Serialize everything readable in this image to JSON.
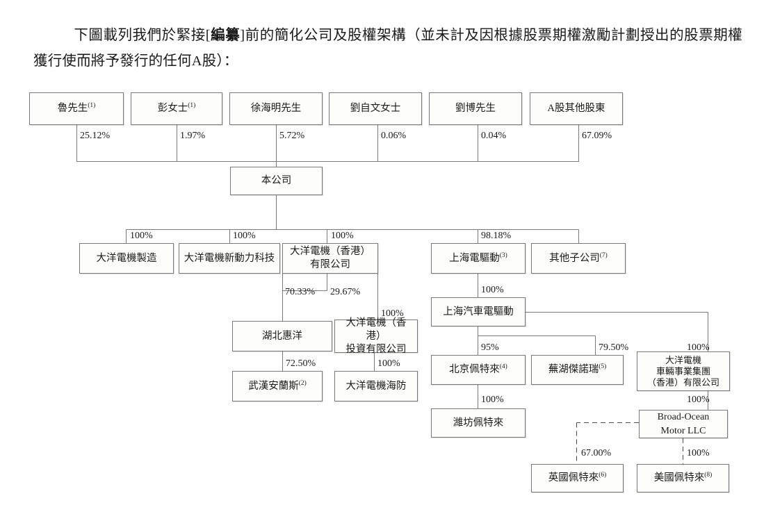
{
  "intro": {
    "paragraph_line1": "下圖載列我們於緊接[",
    "paragraph_bold": "編纂",
    "paragraph_line2": "]前的簡化公司及股權架構（並未計及因根據股票期權",
    "paragraph_line3": "激勵計劃授出的股票期權獲行使而將予發行的任何A股）："
  },
  "chart_data": {
    "type": "diagram",
    "title": "簡化公司及股權架構",
    "nodes": [
      {
        "id": "lu",
        "label": "魯先生",
        "sup": "(1)"
      },
      {
        "id": "peng",
        "label": "彭女士",
        "sup": "(1)"
      },
      {
        "id": "xu",
        "label": "徐海明先生",
        "sup": ""
      },
      {
        "id": "liuziwen",
        "label": "劉自文女士",
        "sup": ""
      },
      {
        "id": "liubo",
        "label": "劉博先生",
        "sup": ""
      },
      {
        "id": "ashare",
        "label": "A股其他股東",
        "sup": ""
      },
      {
        "id": "company",
        "label": "本公司",
        "sup": ""
      },
      {
        "id": "manufacture",
        "label": "大洋電機製造",
        "sup": ""
      },
      {
        "id": "newenergy",
        "label": "大洋電機新動力科技",
        "sup": ""
      },
      {
        "id": "hk_ltd",
        "label": "大洋電機（香港）\n有限公司",
        "sup": ""
      },
      {
        "id": "shanghai_drive",
        "label": "上海電驅動",
        "sup": "(3)"
      },
      {
        "id": "other_subs",
        "label": "其他子公司",
        "sup": "(7)"
      },
      {
        "id": "hubei",
        "label": "湖北惠洋",
        "sup": ""
      },
      {
        "id": "hk_invest",
        "label": "大洋電機（香港）\n投資有限公司",
        "sup": ""
      },
      {
        "id": "shanghai_auto",
        "label": "上海汽車電驅動",
        "sup": ""
      },
      {
        "id": "wuhan",
        "label": "武漢安蘭斯",
        "sup": "(2)"
      },
      {
        "id": "haifang",
        "label": "大洋電機海防",
        "sup": ""
      },
      {
        "id": "beijing",
        "label": "北京佩特來",
        "sup": "(4)"
      },
      {
        "id": "wuhu",
        "label": "蕪湖傑諾瑞",
        "sup": "(5)"
      },
      {
        "id": "vehicle_hk",
        "label": "大洋電機\n車輛事業集團\n（香港）有限公司",
        "sup": ""
      },
      {
        "id": "weifang",
        "label": "濰坊佩特來",
        "sup": ""
      },
      {
        "id": "broad_ocean",
        "label": "Broad-Ocean\nMotor LLC",
        "sup": ""
      },
      {
        "id": "uk_petter",
        "label": "英國佩特來",
        "sup": "(6)"
      },
      {
        "id": "us_petter",
        "label": "美國佩特來",
        "sup": "(8)"
      }
    ],
    "edges": [
      {
        "from": "lu",
        "to": "company",
        "label": "25.12%"
      },
      {
        "from": "peng",
        "to": "company",
        "label": "1.97%"
      },
      {
        "from": "xu",
        "to": "company",
        "label": "5.72%"
      },
      {
        "from": "liuziwen",
        "to": "company",
        "label": "0.06%"
      },
      {
        "from": "liubo",
        "to": "company",
        "label": "0.04%"
      },
      {
        "from": "ashare",
        "to": "company",
        "label": "67.09%"
      },
      {
        "from": "company",
        "to": "manufacture",
        "label": "100%"
      },
      {
        "from": "company",
        "to": "newenergy",
        "label": "100%"
      },
      {
        "from": "company",
        "to": "hk_ltd",
        "label": "100%"
      },
      {
        "from": "company",
        "to": "shanghai_drive",
        "label": "98.18%"
      },
      {
        "from": "company",
        "to": "other_subs",
        "label": ""
      },
      {
        "from": "hk_ltd",
        "to": "hubei",
        "label": "70.33%"
      },
      {
        "from": "hk_ltd",
        "to": "hk_invest",
        "label": "29.67%"
      },
      {
        "from": "hk_ltd",
        "to": "hk_invest",
        "label": "100%"
      },
      {
        "from": "hubei",
        "to": "wuhan",
        "label": "72.50%"
      },
      {
        "from": "hk_invest",
        "to": "haifang",
        "label": "100%"
      },
      {
        "from": "shanghai_drive",
        "to": "shanghai_auto",
        "label": "100%"
      },
      {
        "from": "shanghai_auto",
        "to": "beijing",
        "label": "95%"
      },
      {
        "from": "shanghai_auto",
        "to": "wuhu",
        "label": "79.50%"
      },
      {
        "from": "shanghai_auto",
        "to": "vehicle_hk",
        "label": "100%"
      },
      {
        "from": "beijing",
        "to": "weifang",
        "label": "100%"
      },
      {
        "from": "vehicle_hk",
        "to": "broad_ocean",
        "label": "100%"
      },
      {
        "from": "broad_ocean",
        "to": "uk_petter",
        "label": "67.00%",
        "style": "dashed"
      },
      {
        "from": "broad_ocean",
        "to": "us_petter",
        "label": "100%",
        "style": "dashed"
      }
    ]
  },
  "nodes": {
    "lu": {
      "line1": "魯先生",
      "sup": "(1)"
    },
    "peng": {
      "line1": "彭女士",
      "sup": "(1)"
    },
    "xu": {
      "line1": "徐海明先生"
    },
    "liuziwen": {
      "line1": "劉自文女士"
    },
    "liubo": {
      "line1": "劉博先生"
    },
    "ashare": {
      "line1": "A股其他股東"
    },
    "company": {
      "line1": "本公司"
    },
    "manufacture": {
      "line1": "大洋電機製造"
    },
    "newenergy": {
      "line1": "大洋電機新動力科技"
    },
    "hk_ltd": {
      "line1": "大洋電機（香港）",
      "line2": "有限公司"
    },
    "shanghai_drive": {
      "line1": "上海電驅動",
      "sup": "(3)"
    },
    "other_subs": {
      "line1": "其他子公司",
      "sup": "(7)"
    },
    "hubei": {
      "line1": "湖北惠洋"
    },
    "hk_invest": {
      "line1": "大洋電機（香港）",
      "line2": "投資有限公司"
    },
    "shanghai_auto": {
      "line1": "上海汽車電驅動"
    },
    "wuhan": {
      "line1": "武漢安蘭斯",
      "sup": "(2)"
    },
    "haifang": {
      "line1": "大洋電機海防"
    },
    "beijing": {
      "line1": "北京佩特來",
      "sup": "(4)"
    },
    "wuhu": {
      "line1": "蕪湖傑諾瑞",
      "sup": "(5)"
    },
    "vehicle_hk": {
      "line1": "大洋電機",
      "line2": "車輛事業集團",
      "line3": "（香港）有限公司"
    },
    "weifang": {
      "line1": "濰坊佩特來"
    },
    "broad_ocean": {
      "line1": "Broad-Ocean",
      "line2": "Motor LLC"
    },
    "uk_petter": {
      "line1": "英國佩特來",
      "sup": "(6)"
    },
    "us_petter": {
      "line1": "美國佩特來",
      "sup": "(8)"
    }
  },
  "percentages": {
    "lu": "25.12%",
    "peng": "1.97%",
    "xu": "5.72%",
    "liuziwen": "0.06%",
    "liubo": "0.04%",
    "ashare": "67.09%",
    "manufacture": "100%",
    "newenergy": "100%",
    "hk_ltd": "100%",
    "shanghai_drive": "98.18%",
    "hubei": "70.33%",
    "hk_invest_share": "29.67%",
    "hk_invest": "100%",
    "wuhan": "72.50%",
    "haifang": "100%",
    "shanghai_auto": "100%",
    "beijing": "95%",
    "wuhu": "79.50%",
    "vehicle_hk": "100%",
    "weifang": "100%",
    "broad_ocean": "100%",
    "uk_petter": "67.00%",
    "us_petter": "100%"
  },
  "colors": {
    "line": "#7a7a7a",
    "box_border": "#7a7a7a",
    "box_fill": "#fdfdfb",
    "text": "#1a1a1a"
  }
}
